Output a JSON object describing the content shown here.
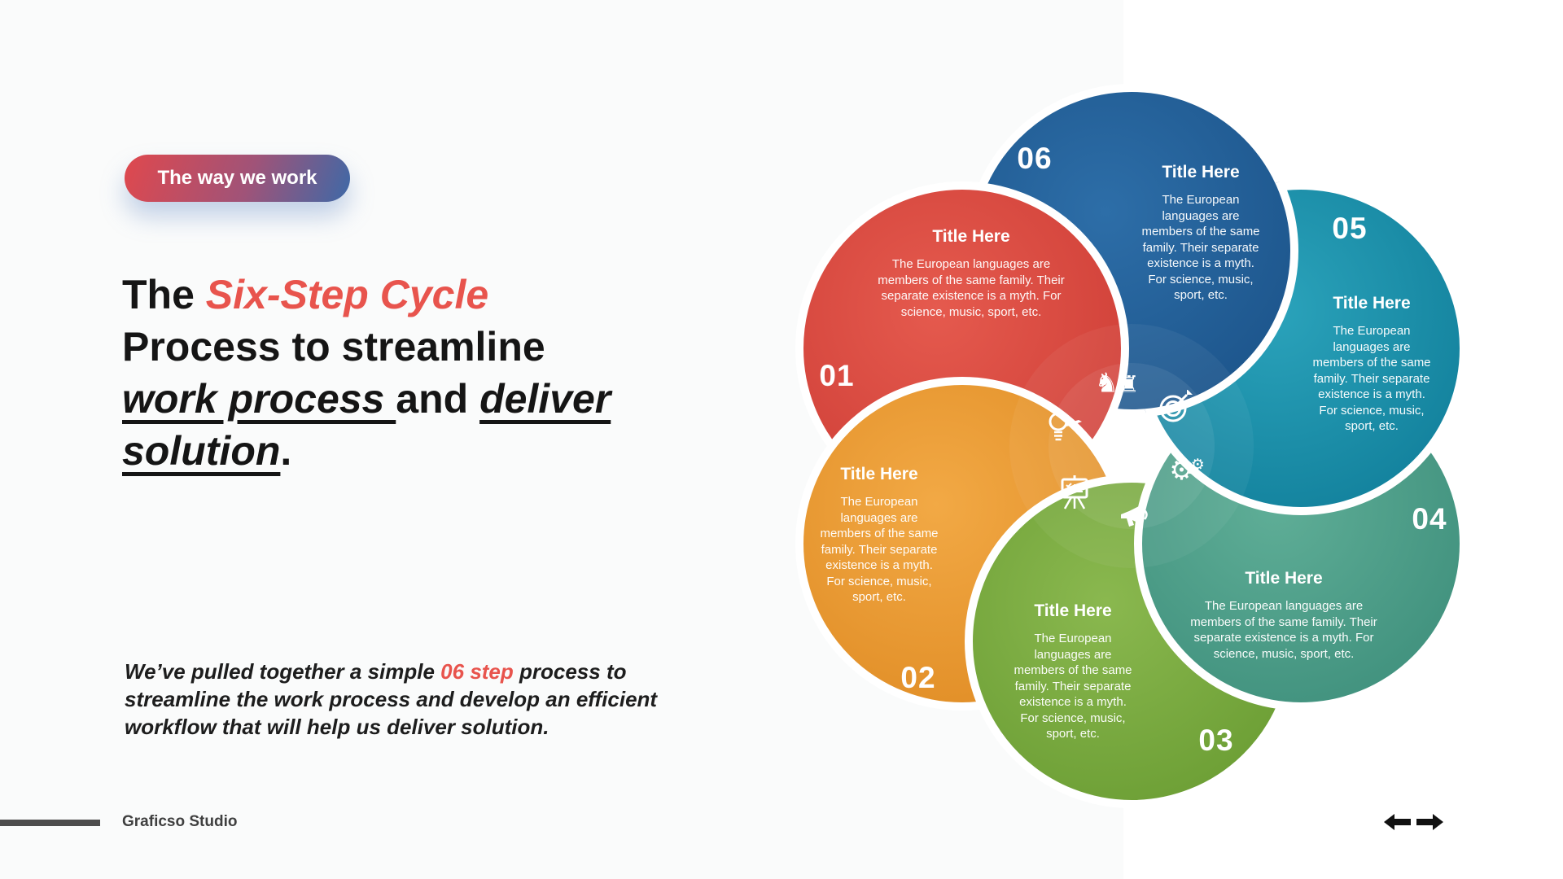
{
  "page": {
    "bg_left_color": "#fafbfb",
    "bg_right_color": "#ffffff"
  },
  "badge": {
    "label": "The way we work",
    "gradient_from": "#e0484d",
    "gradient_to": "#3e69a7"
  },
  "heading": {
    "line1_prefix": "The ",
    "line1_accent": "Six-Step Cycle",
    "line2": "Process to streamline",
    "line3_u1": "work process ",
    "line3_mid": "and ",
    "line3_u2": "deliver",
    "line4_u": "solution",
    "line4_end": ".",
    "accent_color": "#e8544d"
  },
  "paragraph": {
    "part1": "We’ve pulled together a simple ",
    "accent": "06 step",
    "part2": " process to streamline the work process and develop an efficient workflow that will help us deliver solution.",
    "accent_color": "#e8544d"
  },
  "footer": {
    "brand": "Graficso Studio"
  },
  "nav": {
    "prev_icon": "left-arrow",
    "next_icon": "right-arrow",
    "arrow_color": "#111111"
  },
  "diagram": {
    "center_icons": [
      "chess-strategy",
      "target",
      "gears",
      "megaphone",
      "presentation-board",
      "lightbulb"
    ],
    "steps": [
      {
        "number": "01",
        "title": "Title Here",
        "body": "The European languages are members of the same family. Their separate existence is a myth. For science, music, sport, etc.",
        "color_from": "#e55a4e",
        "color_to": "#cc3b34"
      },
      {
        "number": "02",
        "title": "Title Here",
        "body": "The European languages are members of the same family. Their separate existence is a myth. For science, music, sport, etc.",
        "color_from": "#f2a945",
        "color_to": "#de8921"
      },
      {
        "number": "03",
        "title": "Title Here",
        "body": "The European languages are members of the same family. Their separate existence is a myth. For science, music, sport, etc.",
        "color_from": "#8ab84f",
        "color_to": "#679a30"
      },
      {
        "number": "04",
        "title": "Title Here",
        "body": "The European languages are members of the same family. Their separate existence is a myth. For science, music, sport, etc.",
        "color_from": "#5fae97",
        "color_to": "#3b8c79"
      },
      {
        "number": "05",
        "title": "Title Here",
        "body": "The European languages are members of the same family. Their separate existence is a myth. For science, music, sport, etc.",
        "color_from": "#2ba3bb",
        "color_to": "#0e7b97"
      },
      {
        "number": "06",
        "title": "Title Here",
        "body": "The European languages are members of the same family. Their separate existence is a myth. For science, music, sport, etc.",
        "color_from": "#2d6ea8",
        "color_to": "#1a5187"
      }
    ]
  }
}
